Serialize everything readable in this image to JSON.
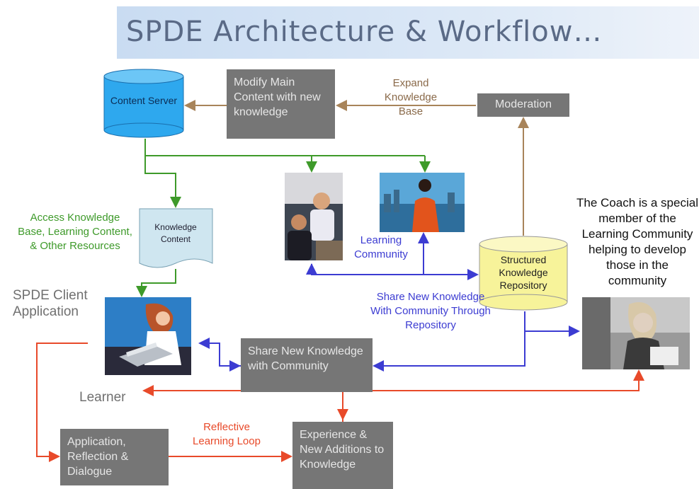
{
  "title": "SPDE Architecture & Workflow…",
  "nodes": {
    "content_server": "Content Server",
    "modify_main": "Modify Main Content with new knowledge",
    "moderation": "Moderation",
    "knowledge_content": "Knowledge Content",
    "structured_repo": "Structured Knowledge Repository",
    "share_new": "Share New Knowledge with Community",
    "application_reflection": "Application, Reflection & Dialogue",
    "experience": "Experience & New Additions to Knowledge"
  },
  "labels": {
    "expand_kb": "Expand Knowledge Base",
    "access_kb": "Access Knowledge Base, Learning Content, & Other Resources",
    "learning_community": "Learning Community",
    "share_repo": "Share New Knowledge With Community Through Repository",
    "spde_client": "SPDE Client Application",
    "learner": "Learner",
    "reflective_loop": "Reflective Learning Loop",
    "coach_note": "The Coach is a special member of the Learning Community helping to develop those in the community"
  },
  "colors": {
    "green": "#3e9a2a",
    "blue": "#3c3cd2",
    "brown": "#a8845a",
    "red": "#e84a2a",
    "box": "#767676",
    "cylinder_blue": "#2ea8ee",
    "cylinder_yellow": "#f7f39a",
    "doc_fill": "#cfe6f0"
  }
}
